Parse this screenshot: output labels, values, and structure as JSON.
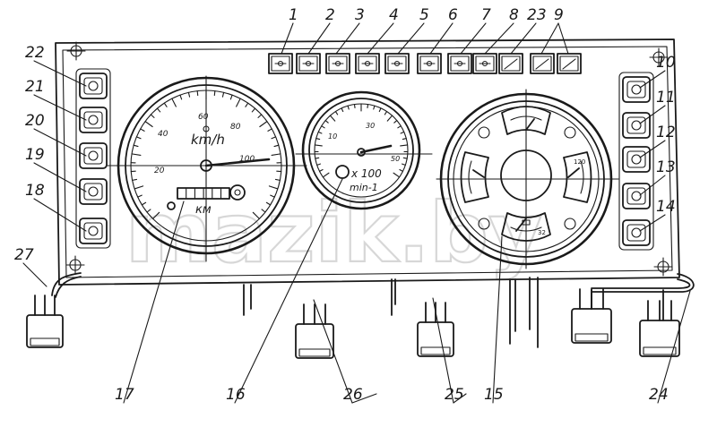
{
  "callouts": [
    {
      "n": "1"
    },
    {
      "n": "2"
    },
    {
      "n": "3"
    },
    {
      "n": "4"
    },
    {
      "n": "5"
    },
    {
      "n": "6"
    },
    {
      "n": "7"
    },
    {
      "n": "8"
    },
    {
      "n": "23"
    },
    {
      "n": "9"
    },
    {
      "n": "10"
    },
    {
      "n": "11"
    },
    {
      "n": "12"
    },
    {
      "n": "13"
    },
    {
      "n": "14"
    },
    {
      "n": "22"
    },
    {
      "n": "21"
    },
    {
      "n": "20"
    },
    {
      "n": "19"
    },
    {
      "n": "18"
    },
    {
      "n": "27"
    },
    {
      "n": "17"
    },
    {
      "n": "16"
    },
    {
      "n": "26"
    },
    {
      "n": "25"
    },
    {
      "n": "15"
    },
    {
      "n": "24"
    }
  ],
  "speedometer": {
    "unit": "km/h",
    "ticks": [
      "20",
      "40",
      "60",
      "80",
      "100"
    ],
    "odometer_label": "км"
  },
  "tachometer": {
    "ticks": [
      "10",
      "30",
      "50"
    ],
    "multiplier": "x 100",
    "unit": "min-1"
  },
  "combo_gauge": {
    "top_mark": "",
    "right_mark": "120",
    "bottom_mark": "32"
  },
  "watermark": "mazik.by"
}
